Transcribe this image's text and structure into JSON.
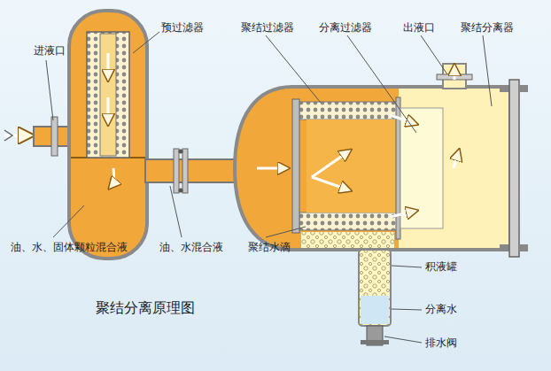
{
  "diagram": {
    "caption": "聚结分离原理图",
    "labels": [
      "进液口",
      "预过滤器",
      "聚结过滤器",
      "分离过滤器",
      "出液口",
      "聚结分离器",
      "油、水、固体颗粒混合液",
      "油、水混合液",
      "聚结水滴",
      "积液罐",
      "分离水",
      "排水阀"
    ]
  }
}
